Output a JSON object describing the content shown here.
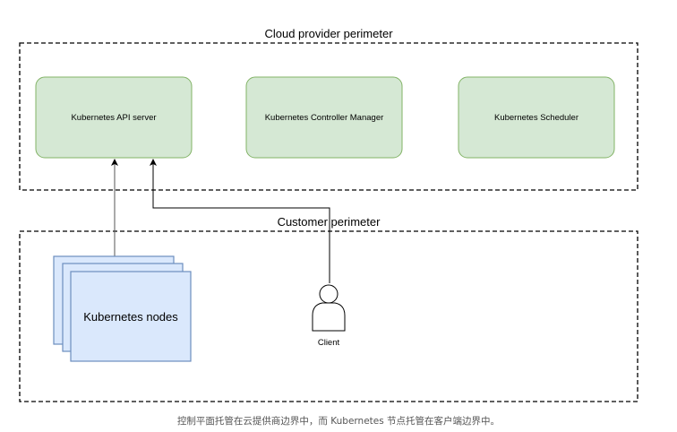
{
  "diagram": {
    "cloud_perimeter": {
      "label": "Cloud provider perimeter"
    },
    "customer_perimeter": {
      "label": "Customer perimeter"
    },
    "components": [
      {
        "label": "Kubernetes API server"
      },
      {
        "label": "Kubernetes Controller Manager"
      },
      {
        "label": "Kubernetes Scheduler"
      }
    ],
    "nodes": {
      "label": "Kubernetes nodes"
    },
    "client": {
      "label": "Client",
      "icon": "user-icon"
    },
    "colors": {
      "component_fill": "#d5e8d4",
      "component_stroke": "#82b366",
      "nodes_fill": "#dae8fc",
      "nodes_stroke": "#6c8ebf",
      "connector": "#000000"
    }
  },
  "caption": "控制平面托管在云提供商边界中，而 Kubernetes 节点托管在客户端边界中。"
}
